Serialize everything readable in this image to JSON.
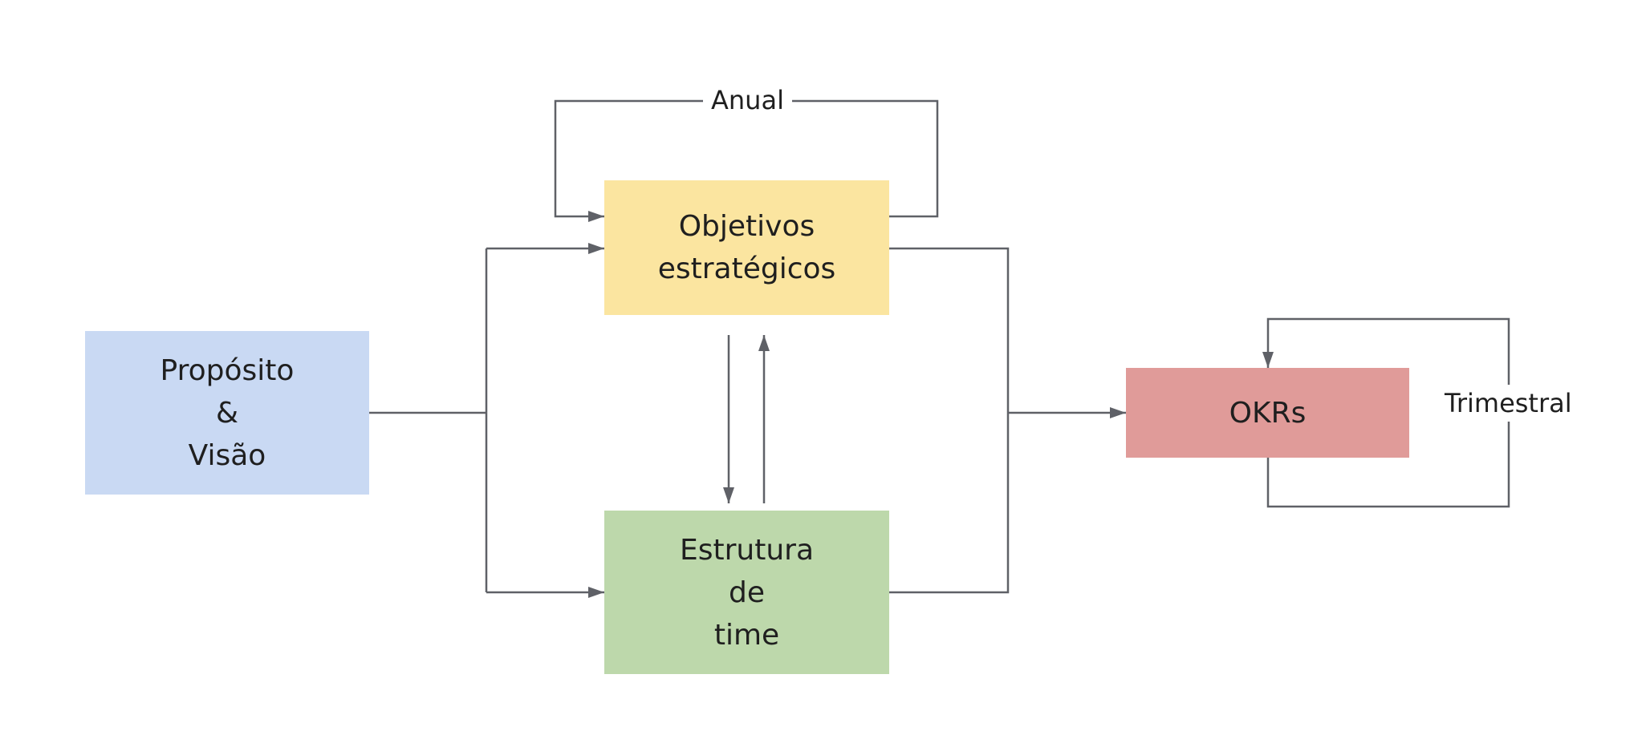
{
  "diagram": {
    "nodes": {
      "proposito": {
        "lines": [
          "Propósito",
          "&",
          "Visão"
        ],
        "color": "#c9d9f3"
      },
      "objetivos": {
        "lines": [
          "Objetivos",
          "estratégicos"
        ],
        "color": "#fbe5a0"
      },
      "estrutura": {
        "lines": [
          "Estrutura",
          "de",
          "time"
        ],
        "color": "#bdd8ab"
      },
      "okrs": {
        "lines": [
          "OKRs"
        ],
        "color": "#e09b99"
      }
    },
    "labels": {
      "anual": "Anual",
      "trimestral": "Trimestral"
    },
    "line_color": "#5f6167"
  }
}
